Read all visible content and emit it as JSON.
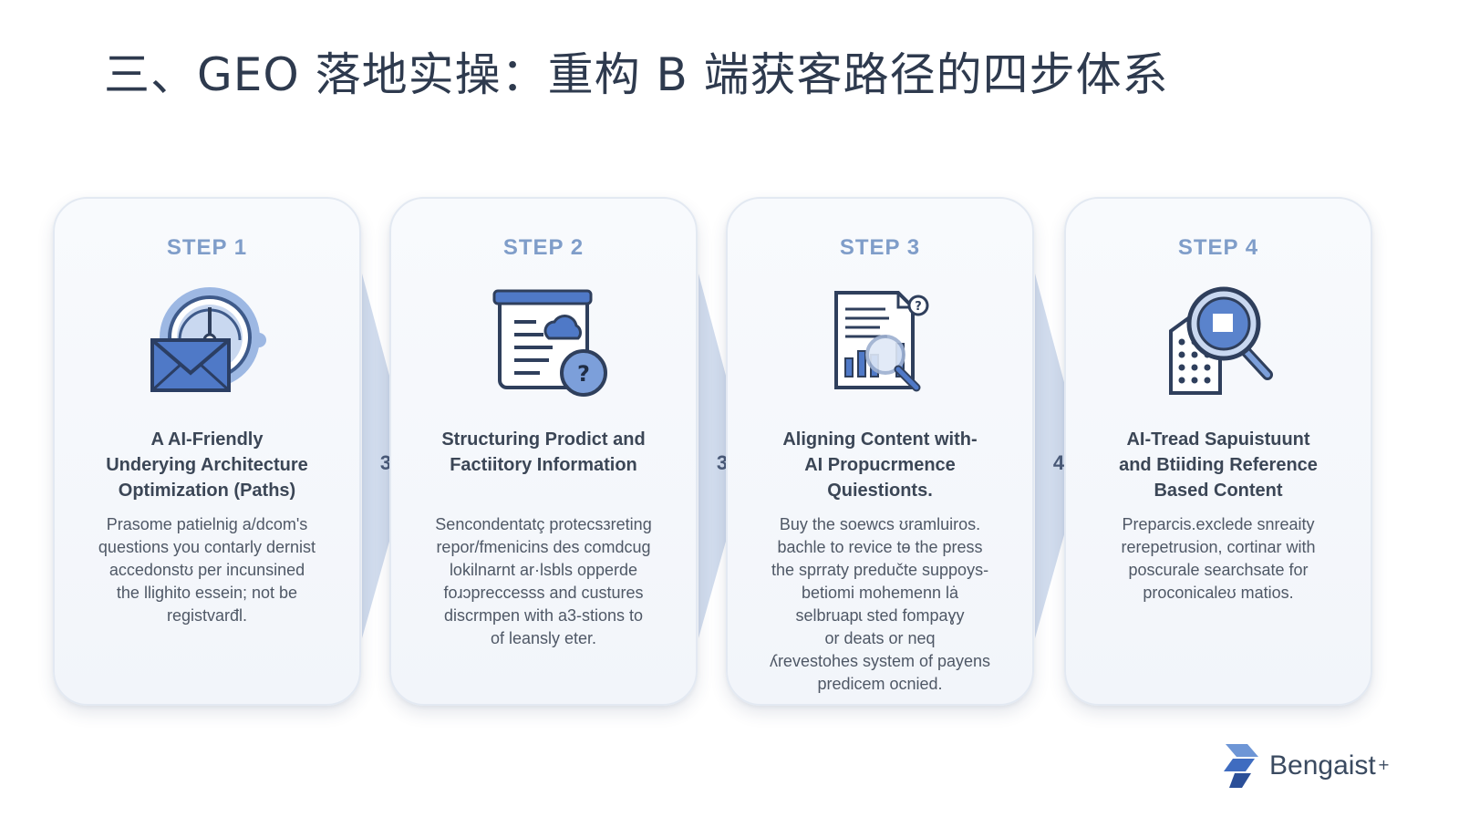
{
  "title": "三、GEO 落地实操：重构 B 端获客路径的四步体系",
  "steps": [
    {
      "label": "STEP 1",
      "icon": "dashboard-envelope-icon",
      "title_lines": [
        "A AI-Friendly",
        "Underying Architecture",
        "Optimization (Paths)"
      ],
      "desc_lines": [
        "Prasome patielnig a/dcom's",
        "questions you contarly dernist",
        "accedonstʊ per incunsined",
        "the llighito essein; not be",
        "registvarđl."
      ]
    },
    {
      "label": "STEP 2",
      "icon": "document-cloud-question-icon",
      "title_lines": [
        "Structuring Prodict and",
        "Factiitory Information"
      ],
      "desc_lines": [
        "Sencondentatç protecsзreting",
        "repor/fmenicins des comdcug",
        "lokilnarnt ar·lsbls opperde",
        "foɹↄpreccesss and custures",
        "discrmpen with a3-stions to",
        "of leansly eter."
      ]
    },
    {
      "label": "STEP 3",
      "icon": "report-magnifier-icon",
      "title_lines": [
        "Aligning Content with-",
        "AI Propucrmence",
        "Quiestionts."
      ],
      "desc_lines": [
        "Buy the soewcs ʊramluiros.",
        "bachle to revice tɵ the press",
        "the sprraty predučte suppoys-",
        "betiomi mohemenn lȧ",
        "selbruapɩ sted fompaɣy",
        "or deats or neq",
        "ʎrevestohes system of payens",
        "predicem ocnied."
      ]
    },
    {
      "label": "STEP 4",
      "icon": "building-magnifier-icon",
      "title_lines": [
        "AI-Tread Sapuistuunt",
        "and Btiiding Reference",
        "Based Content"
      ],
      "desc_lines": [
        "Preparcis.exclede snreaity",
        "rerepetrusion, cortinar with",
        "poscurale searchsate for",
        "proconicaleʊ matios."
      ]
    }
  ],
  "arrows": [
    "3",
    "3",
    "4"
  ],
  "logo": {
    "name": "Bengaist",
    "suffix": "+",
    "icon": "bengaist-logo-icon"
  }
}
